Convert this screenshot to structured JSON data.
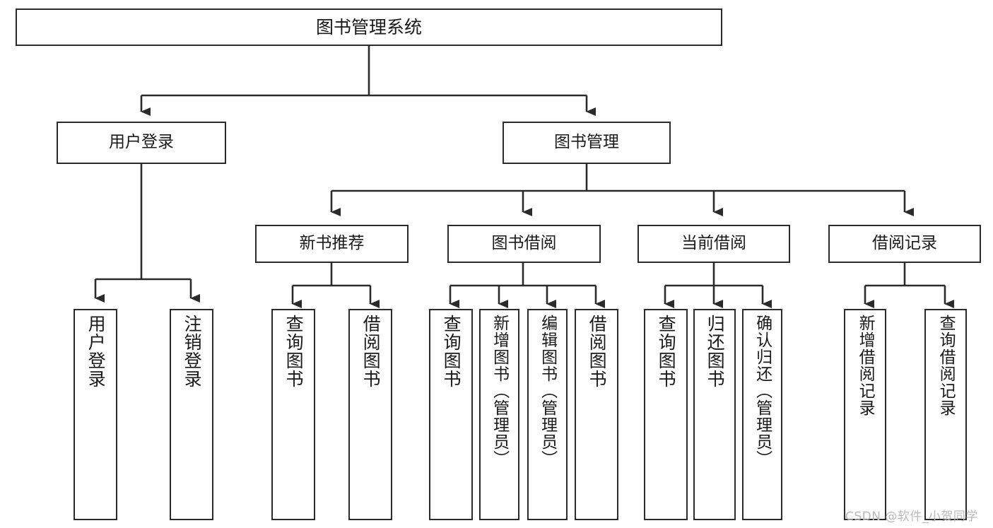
{
  "diagram": {
    "title": "图书管理系统",
    "type": "tree",
    "watermark": "CSDN @软件_小贺同学",
    "colors": {
      "box_border": "#2b2b2b",
      "box_fill": "#ffffff",
      "edge": "#2b2b2b",
      "text": "#1a1a1a",
      "watermark": "#b9b9b9"
    },
    "root": {
      "label": "图书管理系统"
    },
    "level1": [
      {
        "label": "用户登录"
      },
      {
        "label": "图书管理"
      }
    ],
    "level2": [
      {
        "label": "新书推荐"
      },
      {
        "label": "图书借阅"
      },
      {
        "label": "当前借阅"
      },
      {
        "label": "借阅记录"
      }
    ],
    "leaves": {
      "user_login": [
        {
          "label": "用户登录"
        },
        {
          "label": "注销登录"
        }
      ],
      "new_book_recommend": [
        {
          "label": "查询图书"
        },
        {
          "label": "借阅图书"
        }
      ],
      "book_borrow": [
        {
          "label": "查询图书"
        },
        {
          "label": "新增图书（管理员）"
        },
        {
          "label": "编辑图书（管理员）"
        },
        {
          "label": "借阅图书"
        }
      ],
      "current_borrow": [
        {
          "label": "查询图书"
        },
        {
          "label": "归还图书"
        },
        {
          "label": "确认归还（管理员）"
        }
      ],
      "borrow_record": [
        {
          "label": "新增借阅记录"
        },
        {
          "label": "查询借阅记录"
        }
      ]
    }
  }
}
